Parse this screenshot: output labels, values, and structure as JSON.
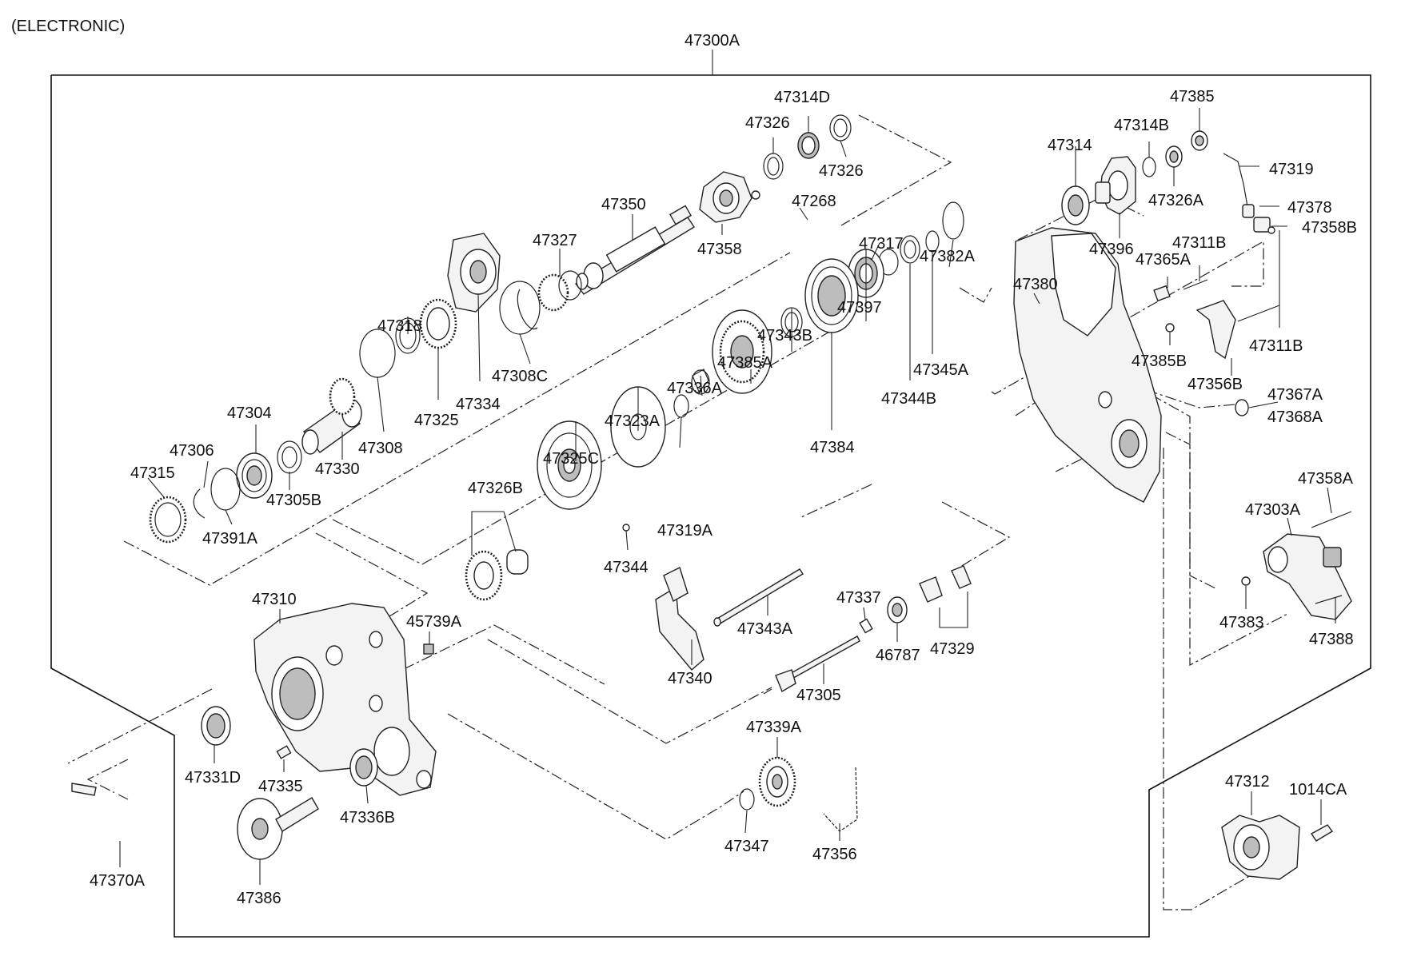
{
  "header": {
    "variant_label": "(ELECTRONIC)"
  },
  "assembly": {
    "label": "47300A"
  },
  "parts": [
    {
      "id": "p47314D",
      "label": "47314D"
    },
    {
      "id": "p47326a",
      "label": "47326"
    },
    {
      "id": "p47326b",
      "label": "47326"
    },
    {
      "id": "p47350",
      "label": "47350"
    },
    {
      "id": "p47268",
      "label": "47268"
    },
    {
      "id": "p47327",
      "label": "47327"
    },
    {
      "id": "p47358",
      "label": "47358"
    },
    {
      "id": "p47317",
      "label": "47317"
    },
    {
      "id": "p47382A",
      "label": "47382A"
    },
    {
      "id": "p47318",
      "label": "47318"
    },
    {
      "id": "p47397",
      "label": "47397"
    },
    {
      "id": "p47308C",
      "label": "47308C"
    },
    {
      "id": "p47343B",
      "label": "47343B"
    },
    {
      "id": "p47345A",
      "label": "47345A"
    },
    {
      "id": "p47334",
      "label": "47334"
    },
    {
      "id": "p47385A",
      "label": "47385A"
    },
    {
      "id": "p47344B",
      "label": "47344B"
    },
    {
      "id": "p47304",
      "label": "47304"
    },
    {
      "id": "p47325",
      "label": "47325"
    },
    {
      "id": "p47308",
      "label": "47308"
    },
    {
      "id": "p47336A",
      "label": "47336A"
    },
    {
      "id": "p47384",
      "label": "47384"
    },
    {
      "id": "p47306",
      "label": "47306"
    },
    {
      "id": "p47323A",
      "label": "47323A"
    },
    {
      "id": "p47330",
      "label": "47330"
    },
    {
      "id": "p47315",
      "label": "47315"
    },
    {
      "id": "p47325C",
      "label": "47325C"
    },
    {
      "id": "p47305B",
      "label": "47305B"
    },
    {
      "id": "p47326B",
      "label": "47326B"
    },
    {
      "id": "p47319A",
      "label": "47319A"
    },
    {
      "id": "p47391A",
      "label": "47391A"
    },
    {
      "id": "p47344",
      "label": "47344"
    },
    {
      "id": "p47314",
      "label": "47314"
    },
    {
      "id": "p47314B",
      "label": "47314B"
    },
    {
      "id": "p47385",
      "label": "47385"
    },
    {
      "id": "p47319",
      "label": "47319"
    },
    {
      "id": "p47326A",
      "label": "47326A"
    },
    {
      "id": "p47378",
      "label": "47378"
    },
    {
      "id": "p47358B",
      "label": "47358B"
    },
    {
      "id": "p47396",
      "label": "47396"
    },
    {
      "id": "p47311Ba",
      "label": "47311B"
    },
    {
      "id": "p47365A",
      "label": "47365A"
    },
    {
      "id": "p47380",
      "label": "47380"
    },
    {
      "id": "p47311Bb",
      "label": "47311B"
    },
    {
      "id": "p47385B",
      "label": "47385B"
    },
    {
      "id": "p47356B",
      "label": "47356B"
    },
    {
      "id": "p47367A",
      "label": "47367A"
    },
    {
      "id": "p47368A",
      "label": "47368A"
    },
    {
      "id": "p47358A",
      "label": "47358A"
    },
    {
      "id": "p47303A",
      "label": "47303A"
    },
    {
      "id": "p47383",
      "label": "47383"
    },
    {
      "id": "p47388",
      "label": "47388"
    },
    {
      "id": "p47310",
      "label": "47310"
    },
    {
      "id": "p45739A",
      "label": "45739A"
    },
    {
      "id": "p47337",
      "label": "47337"
    },
    {
      "id": "p46787",
      "label": "46787"
    },
    {
      "id": "p47329",
      "label": "47329"
    },
    {
      "id": "p47343A",
      "label": "47343A"
    },
    {
      "id": "p47340",
      "label": "47340"
    },
    {
      "id": "p47305",
      "label": "47305"
    },
    {
      "id": "p47339A",
      "label": "47339A"
    },
    {
      "id": "p47331D",
      "label": "47331D"
    },
    {
      "id": "p47335",
      "label": "47335"
    },
    {
      "id": "p47336B",
      "label": "47336B"
    },
    {
      "id": "p47347",
      "label": "47347"
    },
    {
      "id": "p47356",
      "label": "47356"
    },
    {
      "id": "p47386",
      "label": "47386"
    },
    {
      "id": "p47370A",
      "label": "47370A"
    },
    {
      "id": "p47312",
      "label": "47312"
    },
    {
      "id": "p1014CA",
      "label": "1014CA"
    }
  ]
}
